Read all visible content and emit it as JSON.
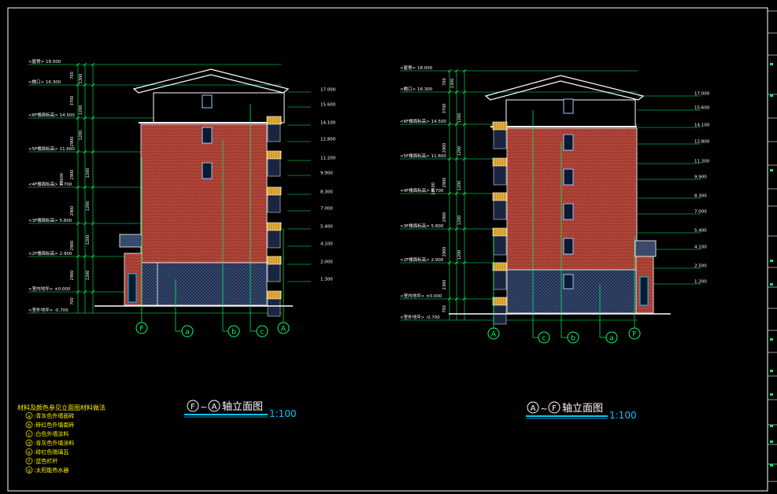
{
  "colors": {
    "background": "#000000",
    "frame": "#ffffff",
    "dimension": "#00ff66",
    "level_text": "#ffffff",
    "brick": "#b5473a",
    "brick_dark": "#8a2f25",
    "base_tile": "#2b3b66",
    "roof": "#ffffff",
    "balcony": "#e8b23a",
    "window": "#9fc6ff",
    "legend_text": "#ffee00",
    "title_text": "#ffffff",
    "cyan": "#00c8ff"
  },
  "left_elevation": {
    "title_prefix": "F",
    "title_mid": "~",
    "title_suffix": "A",
    "title_text": "轴立面图",
    "scale": "1:100",
    "left_levels": [
      "<屋脊> 18.000",
      "<檐口> 16.300",
      "<6F楼面标高> 14.500",
      "<5F楼面标高> 11.600",
      "<4F楼面标高> 8.700",
      "<3F楼面标高> 5.800",
      "<2F楼面标高> 2.900",
      "<室内地坪> ±0.000",
      "<室外地坪> -0.700"
    ],
    "right_levels": [
      "17.000",
      "15.600",
      "14.100",
      "12.800",
      "11.200",
      "9.900",
      "8.300",
      "7.000",
      "5.400",
      "4.100",
      "2.000",
      "1.300"
    ],
    "dim_values": [
      "700",
      "1300",
      "3700",
      "1200",
      "1200",
      "2900",
      "1200",
      "2900",
      "1200",
      "2900",
      "1200",
      "2900",
      "2900",
      "1600",
      "1900",
      "2900",
      "700",
      "18600"
    ],
    "axis_labels": [
      "F",
      "a",
      "b",
      "c",
      "A"
    ]
  },
  "right_elevation": {
    "title_prefix": "A",
    "title_mid": "~",
    "title_suffix": "F",
    "title_text": "轴立面图",
    "scale": "1:100",
    "left_levels": [
      "<屋脊> 18.000",
      "<檐口> 16.300",
      "<6F楼面标高> 14.500",
      "<5F楼面标高> 11.600",
      "<4F楼面标高> 8.700",
      "<3F楼面标高> 5.800",
      "<2F楼面标高> 2.900",
      "<室内地坪> ±0.000",
      "<室外地坪> -0.700"
    ],
    "right_levels": [
      "17.000",
      "15.600",
      "14.100",
      "12.800",
      "11.200",
      "9.900",
      "8.300",
      "7.000",
      "5.400",
      "4.100",
      "2.500",
      "1.200"
    ],
    "axis_labels": [
      "A",
      "c",
      "b",
      "a",
      "F"
    ]
  },
  "legend": {
    "title": "材料及颜色参见立面图材料做法",
    "items": [
      {
        "key": "a",
        "text": "青灰色外墙面砖"
      },
      {
        "key": "b",
        "text": "砖红色外墙面砖"
      },
      {
        "key": "c",
        "text": "白色外墙涂料"
      },
      {
        "key": "d",
        "text": "青灰色外墙涂料"
      },
      {
        "key": "e",
        "text": "砖红色琉璃瓦"
      },
      {
        "key": "f",
        "text": "蓝色栏杆"
      },
      {
        "key": "g",
        "text": "太阳能热水器"
      }
    ]
  }
}
